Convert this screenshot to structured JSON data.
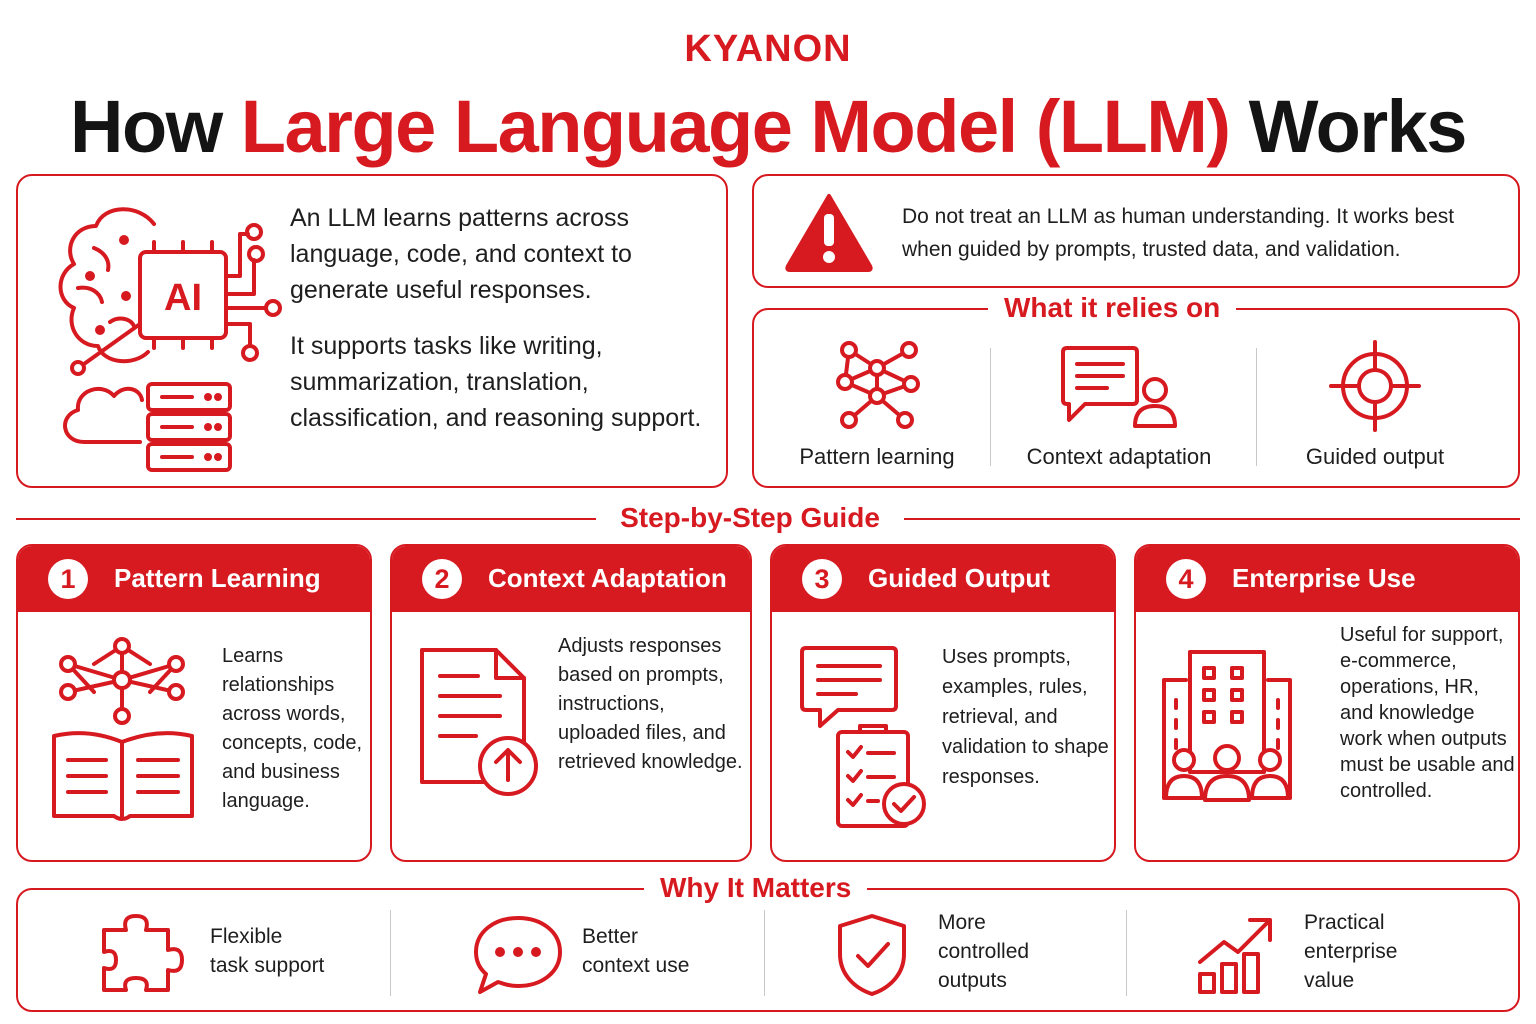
{
  "brand": "KYANON",
  "title": {
    "part1": "How",
    "part2": "Large Language Model (LLM)",
    "part3": "Works"
  },
  "intro": {
    "icon_badge": "AI",
    "paragraph1": "An LLM learns patterns across language, code, and context to generate useful responses.",
    "paragraph2": "It supports tasks like writing, summarization, translation, classification, and reasoning support."
  },
  "warning": {
    "text": "Do not treat an LLM as human understanding. It works best when guided by prompts, trusted data, and validation."
  },
  "relies": {
    "title": "What it relies on",
    "items": [
      {
        "label": "Pattern learning",
        "icon": "network-nodes-icon"
      },
      {
        "label": "Context adaptation",
        "icon": "chat-person-icon"
      },
      {
        "label": "Guided output",
        "icon": "target-crosshair-icon"
      }
    ]
  },
  "guide": {
    "title": "Step-by-Step Guide",
    "steps": [
      {
        "num": "1",
        "title": "Pattern Learning",
        "text": "Learns relationships across words, concepts, code, and business language."
      },
      {
        "num": "2",
        "title": "Context Adaptation",
        "text": "Adjusts responses based on prompts, instructions, uploaded files, and retrieved knowledge."
      },
      {
        "num": "3",
        "title": "Guided Output",
        "text": "Uses prompts, examples, rules, retrieval, and validation to shape responses."
      },
      {
        "num": "4",
        "title": "Enterprise Use",
        "text": "Useful for support, e-commerce, operations, HR, and knowledge work when outputs must be usable and controlled."
      }
    ]
  },
  "why": {
    "title": "Why It Matters",
    "items": [
      {
        "line1": "Flexible",
        "line2": "task support",
        "icon": "puzzle-piece-icon"
      },
      {
        "line1": "Better",
        "line2": "context use",
        "icon": "chat-bubble-dots-icon"
      },
      {
        "line1": "More",
        "line2": "controlled",
        "line3": "outputs",
        "icon": "shield-check-icon"
      },
      {
        "line1": "Practical",
        "line2": "enterprise",
        "line3": "value",
        "icon": "growth-chart-icon"
      }
    ]
  },
  "colors": {
    "accent": "#d71920",
    "text": "#1e1e1e"
  }
}
